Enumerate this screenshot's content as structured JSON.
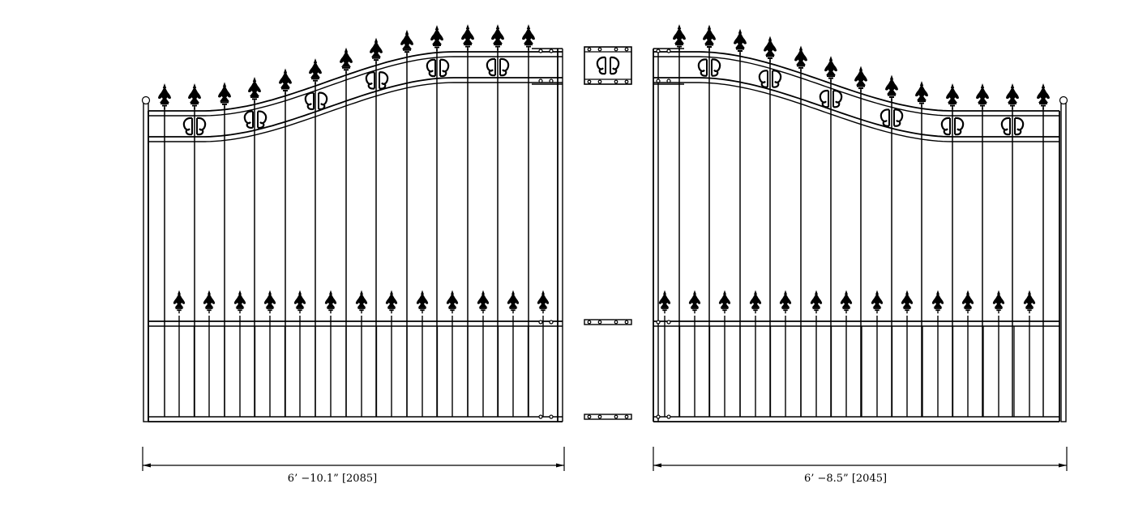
{
  "drawing": {
    "line_color": "#000000",
    "background": "#ffffff",
    "left_gate": {
      "width_label": "6’ −10.1” [2085]"
    },
    "right_gate": {
      "width_label": "6’ −8.5” [2045]"
    },
    "hardware": {
      "scroll_plate_ornament": "double-c-scroll",
      "hinge_plates": [
        "middle-hinge-plate",
        "bottom-hinge-plate"
      ]
    },
    "ornaments": {
      "finial": "fleur-de-lis-finial",
      "scroll": "double-c-scroll"
    }
  }
}
